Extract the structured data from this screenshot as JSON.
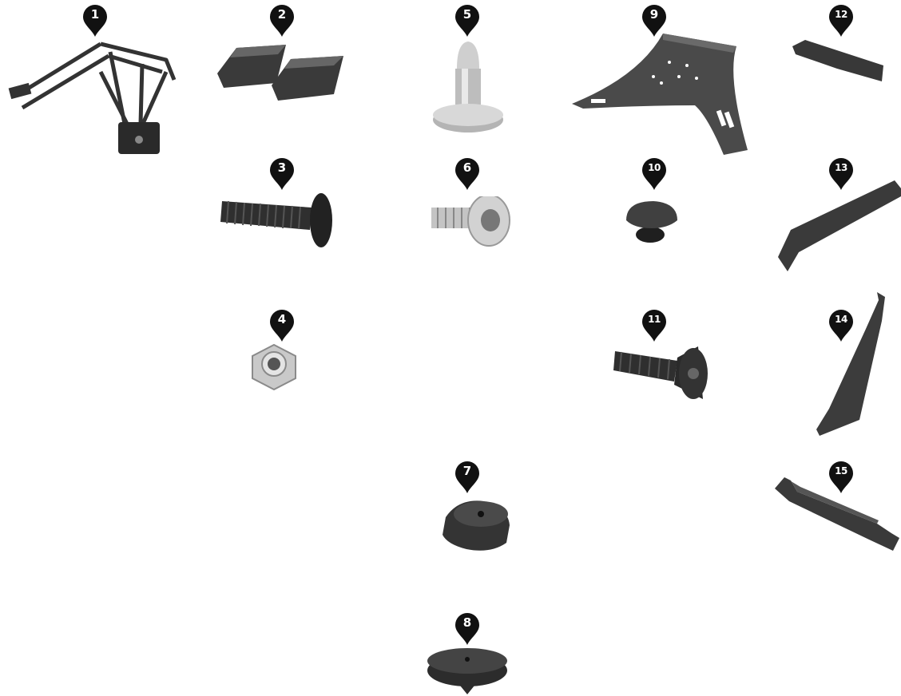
{
  "diagram": {
    "parts": [
      {
        "id": "1",
        "icon": "subframe-bracket-icon"
      },
      {
        "id": "2",
        "icon": "rubber-pads-icon"
      },
      {
        "id": "3",
        "icon": "button-head-bolt-icon"
      },
      {
        "id": "4",
        "icon": "lock-nut-icon"
      },
      {
        "id": "5",
        "icon": "locating-pin-icon"
      },
      {
        "id": "6",
        "icon": "flange-screw-icon"
      },
      {
        "id": "7",
        "icon": "rubber-bumper-icon"
      },
      {
        "id": "8",
        "icon": "rubber-foot-icon"
      },
      {
        "id": "9",
        "icon": "mounting-plate-icon"
      },
      {
        "id": "10",
        "icon": "rubber-plug-icon"
      },
      {
        "id": "11",
        "icon": "countersunk-screw-icon"
      },
      {
        "id": "12",
        "icon": "rubber-strip-icon"
      },
      {
        "id": "13",
        "icon": "long-rubber-strip-icon"
      },
      {
        "id": "14",
        "icon": "side-rubber-strip-icon"
      },
      {
        "id": "15",
        "icon": "edge-trim-strip-icon"
      }
    ],
    "marker_color": "#111111",
    "part_color_dark": "#2e2e2e",
    "part_color_metal": "#b9b9b9"
  }
}
